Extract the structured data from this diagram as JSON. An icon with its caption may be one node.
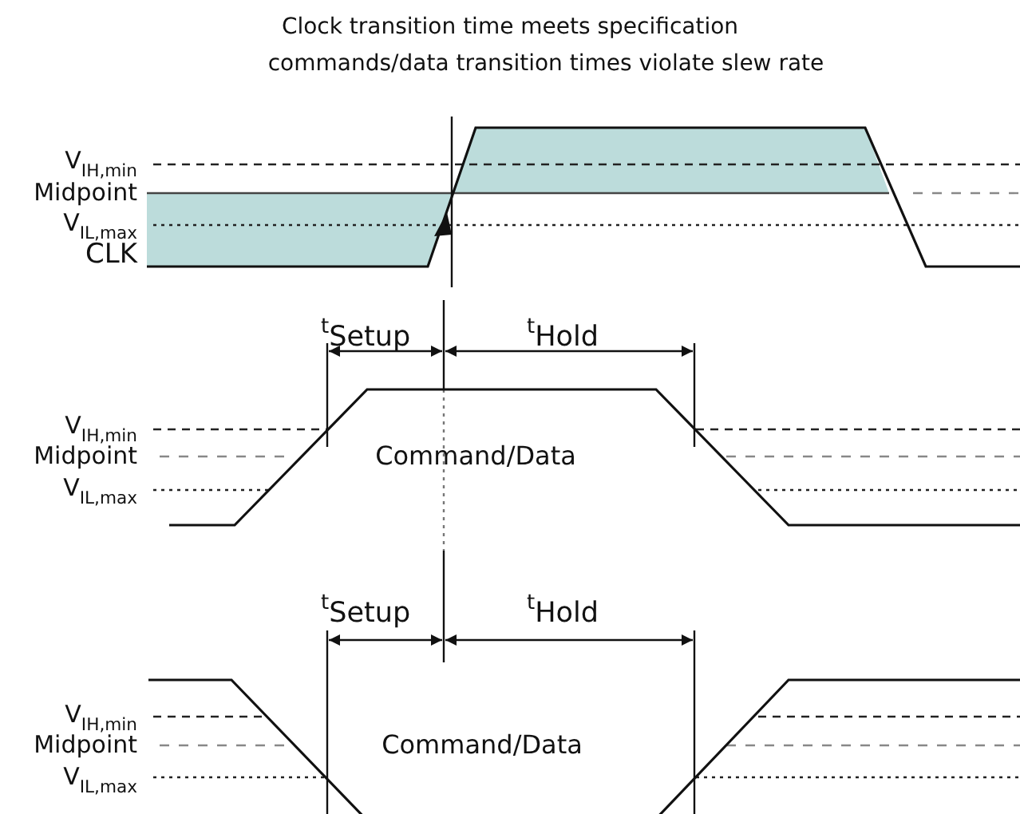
{
  "diagram": {
    "title": "Clock transition time meets specification",
    "labels": [
      "commands/data transition times violate slew rate",
      "V$_{IH,min}$",
      "Midpoint",
      "V$_{IL,max}$",
      "CLK",
      "t$_{Setup}$",
      "t$_{Hold}$",
      "V$_{IH,min}$",
      "Midpoint",
      "V$_{IL,max}$",
      "Command/Data",
      "t$_{Setup}$",
      "t$_{Hold}$",
      "V$_{IH,min}$",
      "Midpoint",
      "V$_{IL,max}$",
      "Command/Data"
    ]
  }
}
